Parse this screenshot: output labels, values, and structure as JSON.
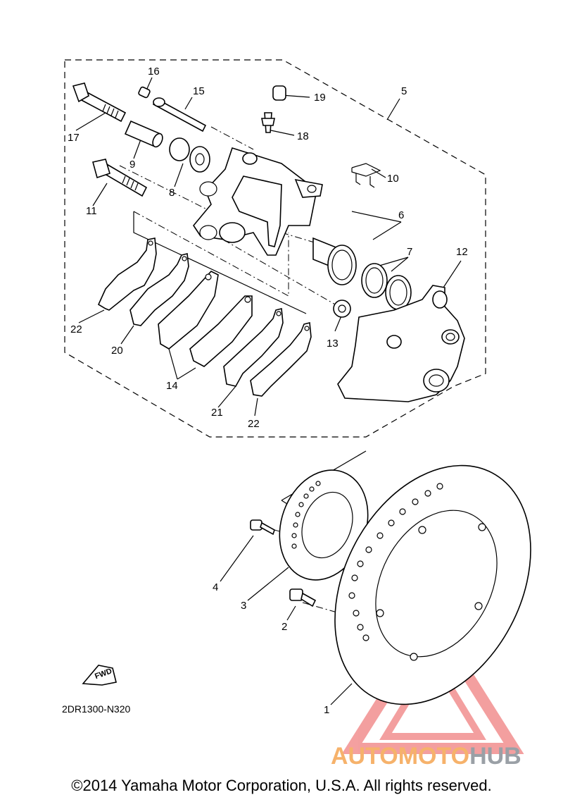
{
  "callouts": {
    "c1": "1",
    "c2": "2",
    "c3": "3",
    "c4": "4",
    "c5": "5",
    "c6": "6",
    "c7": "7",
    "c8": "8",
    "c9": "9",
    "c10": "10",
    "c11": "11",
    "c12": "12",
    "c13": "13",
    "c14": "14",
    "c15": "15",
    "c16": "16",
    "c17": "17",
    "c18": "18",
    "c19": "19",
    "c20": "20",
    "c21": "21",
    "c22a": "22",
    "c22b": "22"
  },
  "fwd_label": "FWD",
  "catalog_code": "2DR1300-N320",
  "copyright": "©2014 Yamaha Motor Corporation, U.S.A. All rights reserved.",
  "watermark": {
    "part1": "AUTOMOTO",
    "part2": "HUB",
    "color1": "#f6b26b",
    "color2": "#9aa0a6",
    "triangle_color": "#f08080"
  }
}
